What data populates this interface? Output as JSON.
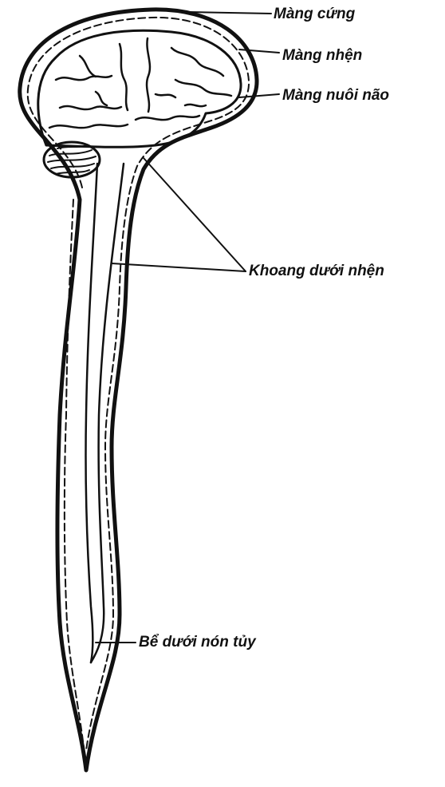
{
  "labels": {
    "dura": "Màng cứng",
    "arachnoid": "Màng nhện",
    "pia": "Màng nuôi não",
    "subarachnoid": "Khoang dưới nhện",
    "cistern": "Bể dưới nón tủy"
  }
}
